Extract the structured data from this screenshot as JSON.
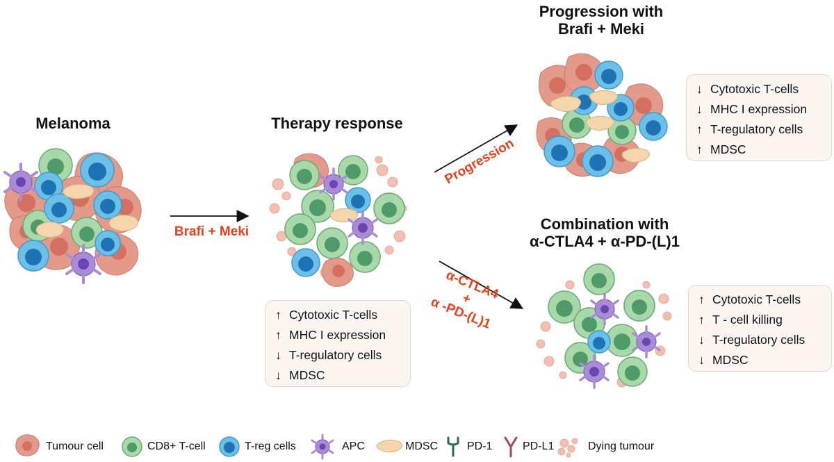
{
  "titles": {
    "melanoma": "Melanoma",
    "therapy_response": "Therapy response",
    "progression_line1": "Progression with",
    "progression_line2": "Brafi + Meki",
    "combination_line1": "Combination with",
    "combination_line2": "α-CTLA4 + α-PD-(L)1"
  },
  "arrows": {
    "brafi_meki": "Brafi + Meki",
    "progression": "Progression",
    "combo_line1": "α-CTLA4",
    "combo_line2": "+",
    "combo_line3": "α -PD-(L)1"
  },
  "boxes": {
    "therapy": [
      {
        "arrow": "↑",
        "text": "Cytotoxic T-cells"
      },
      {
        "arrow": "↑",
        "text": "MHC I expression"
      },
      {
        "arrow": "↓",
        "text": "T-regulatory cells"
      },
      {
        "arrow": "↓",
        "text": "MDSC"
      }
    ],
    "progression": [
      {
        "arrow": "↓",
        "text": "Cytotoxic T-cells"
      },
      {
        "arrow": "↓",
        "text": "MHC I expression"
      },
      {
        "arrow": "↑",
        "text": "T-regulatory cells"
      },
      {
        "arrow": "↑",
        "text": "MDSC"
      }
    ],
    "combination": [
      {
        "arrow": "↑",
        "text": "Cytotoxic T-cells"
      },
      {
        "arrow": "↑",
        "text": "T - cell killing"
      },
      {
        "arrow": "↓",
        "text": "T-regulatory cells"
      },
      {
        "arrow": "↓",
        "text": "MDSC"
      }
    ]
  },
  "legend": {
    "tumour": "Tumour cell",
    "cd8": "CD8+ T-cell",
    "treg": "T-reg cells",
    "apc": "APC",
    "mdsc": "MDSC",
    "pd1": "PD-1",
    "pdl1": "PD-L1",
    "dying": "Dying tumour"
  },
  "colors": {
    "tumour": "#e39a8a",
    "tumour_nucleus": "#d4705f",
    "cd8": "#a9d8a9",
    "cd8_nucleus": "#4e9a68",
    "treg": "#6cc0e8",
    "treg_nucleus": "#1e73b5",
    "apc": "#a98bd6",
    "apc_nucleus": "#6a46b4",
    "mdsc": "#f4d6ad",
    "pd1": "#2f6b4a",
    "pdl1": "#a4456a",
    "accent_red": "#e8401c"
  }
}
